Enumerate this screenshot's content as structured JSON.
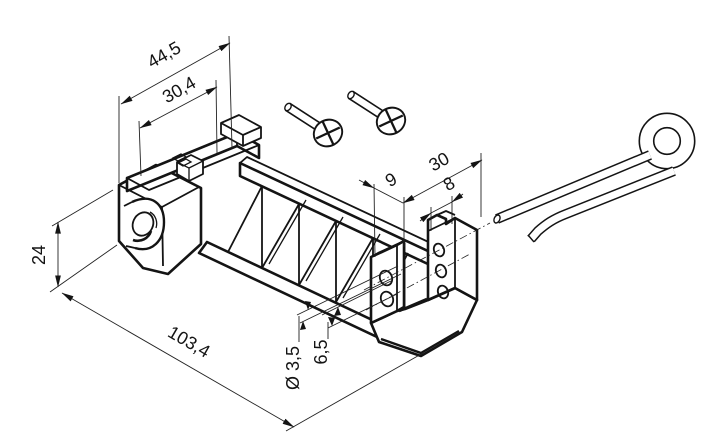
{
  "canvas": {
    "background": "#ffffff",
    "ink": "#141414"
  },
  "dimensions": {
    "flange_overall": "44,5",
    "flange_inner": "30,4",
    "clip_height": "24",
    "overall_length": "103,4",
    "fork_offset": "9",
    "fork_overall": "30",
    "fork_slot": "8",
    "hole_diameter": "Ø 3,5",
    "hole_pitch": "6,5"
  }
}
